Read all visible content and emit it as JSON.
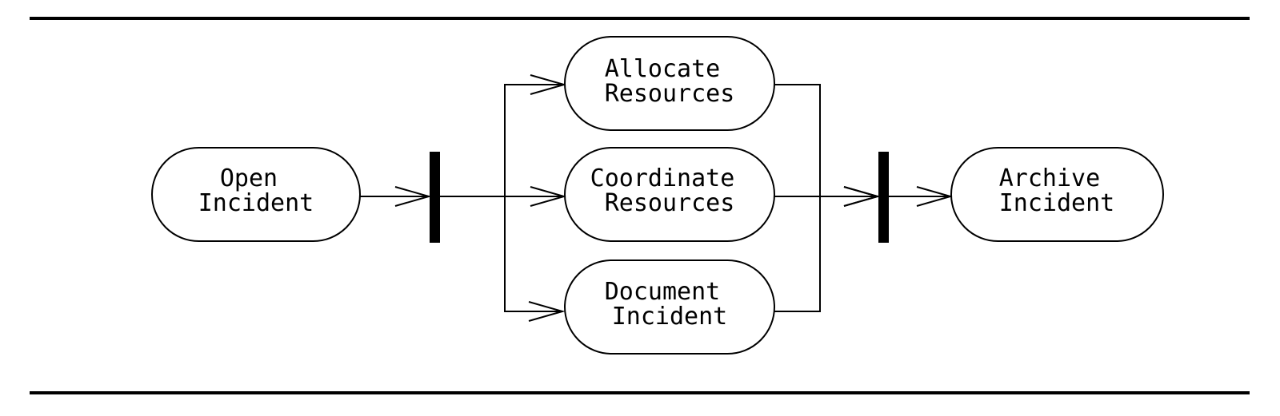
{
  "diagram": {
    "type": "activity-diagram",
    "nodes": [
      {
        "id": "open",
        "lines": [
          "Open",
          "Incident"
        ]
      },
      {
        "id": "allocate",
        "lines": [
          "Allocate",
          "Resources"
        ]
      },
      {
        "id": "coordinate",
        "lines": [
          "Coordinate",
          "Resources"
        ]
      },
      {
        "id": "document",
        "lines": [
          "Document",
          "Incident"
        ]
      },
      {
        "id": "archive",
        "lines": [
          "Archive",
          "Incident"
        ]
      }
    ],
    "bars": [
      {
        "id": "fork",
        "kind": "fork"
      },
      {
        "id": "join",
        "kind": "join"
      }
    ],
    "edges": [
      {
        "from": "open",
        "to": "fork"
      },
      {
        "from": "fork",
        "to": "allocate"
      },
      {
        "from": "fork",
        "to": "coordinate"
      },
      {
        "from": "fork",
        "to": "document"
      },
      {
        "from": "allocate",
        "to": "join"
      },
      {
        "from": "coordinate",
        "to": "join"
      },
      {
        "from": "document",
        "to": "join"
      },
      {
        "from": "join",
        "to": "archive"
      }
    ],
    "colors": {
      "stroke": "#000000",
      "background": "#ffffff"
    }
  }
}
